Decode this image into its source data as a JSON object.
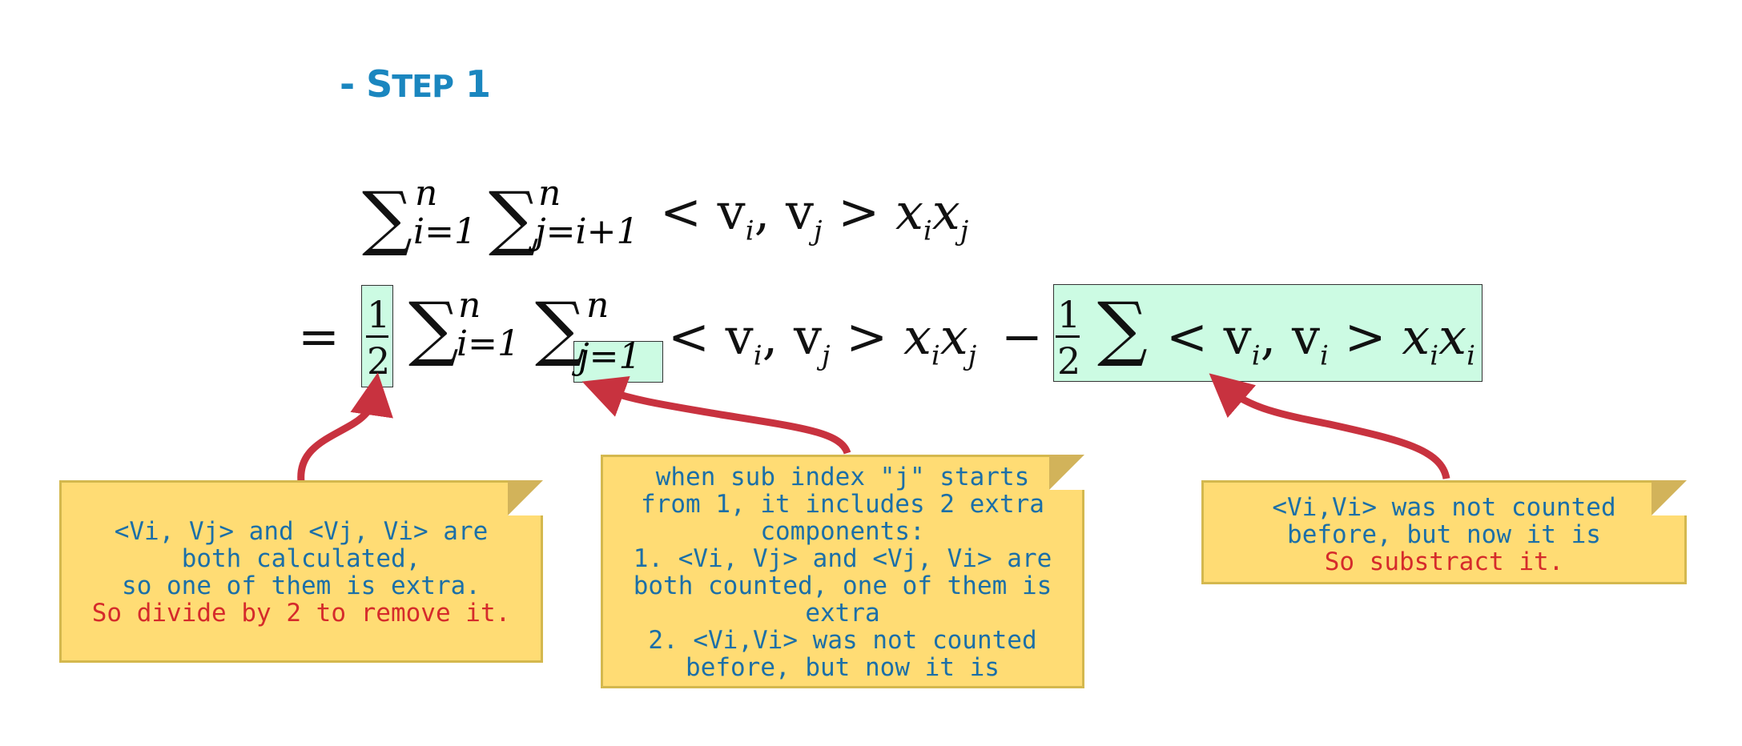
{
  "title": {
    "dash": "- ",
    "first": "S",
    "rest": "TEP",
    "num": " 1"
  },
  "line1": {
    "sum1_sub": "i=1",
    "sum1_sup": "n",
    "sum2_sub": "j=i+1",
    "sum2_sup": "n",
    "term": "< v",
    "vi": "i",
    "comma": ", v",
    "vj": "j",
    "gt": " > ",
    "x1": "x",
    "x1s": "i",
    "x2": "x",
    "x2s": "j"
  },
  "line2": {
    "eq": "=",
    "frac_num": "1",
    "frac_den": "2",
    "sum1_sub": "i=1",
    "sum1_sup": "n",
    "sum2_sub": "j=1",
    "sum2_sup": "n",
    "term": "< v",
    "vi": "i",
    "comma": ", v",
    "vj": "j",
    "gt": " > ",
    "x1": "x",
    "x1s": "i",
    "x2": "x",
    "x2s": "j",
    "minus": "−",
    "frac2_num": "1",
    "frac2_den": "2",
    "term2": "< v",
    "v2i": "i",
    "comma2": ", v",
    "v2j": "i",
    "gt2": " > ",
    "x3": "x",
    "x3s": "i",
    "x4": "x",
    "x4s": "i"
  },
  "notes": {
    "left": {
      "lines": [
        "<Vi, Vj> and <Vj, Vi> are",
        "both calculated,",
        "so one of them is extra."
      ],
      "red": "So divide by 2 to remove it."
    },
    "middle": {
      "lines": [
        "when sub index \"j\" starts",
        "from 1, it includes 2 extra",
        "components:",
        "1. <Vi, Vj> and <Vj, Vi> are",
        "both counted, one of them is",
        "extra",
        "2. <Vi,Vi> was not counted",
        "before, but now it is"
      ]
    },
    "right": {
      "lines": [
        "<Vi,Vi> was not counted",
        "before, but now it is"
      ],
      "red": "So substract it."
    }
  },
  "colors": {
    "title": "#1a86bf",
    "note_bg": "#ffdc74",
    "note_text": "#1b6fa8",
    "note_red": "#d52b2b",
    "highlight": "#ccfbe3",
    "arrow": "#c8323f"
  }
}
